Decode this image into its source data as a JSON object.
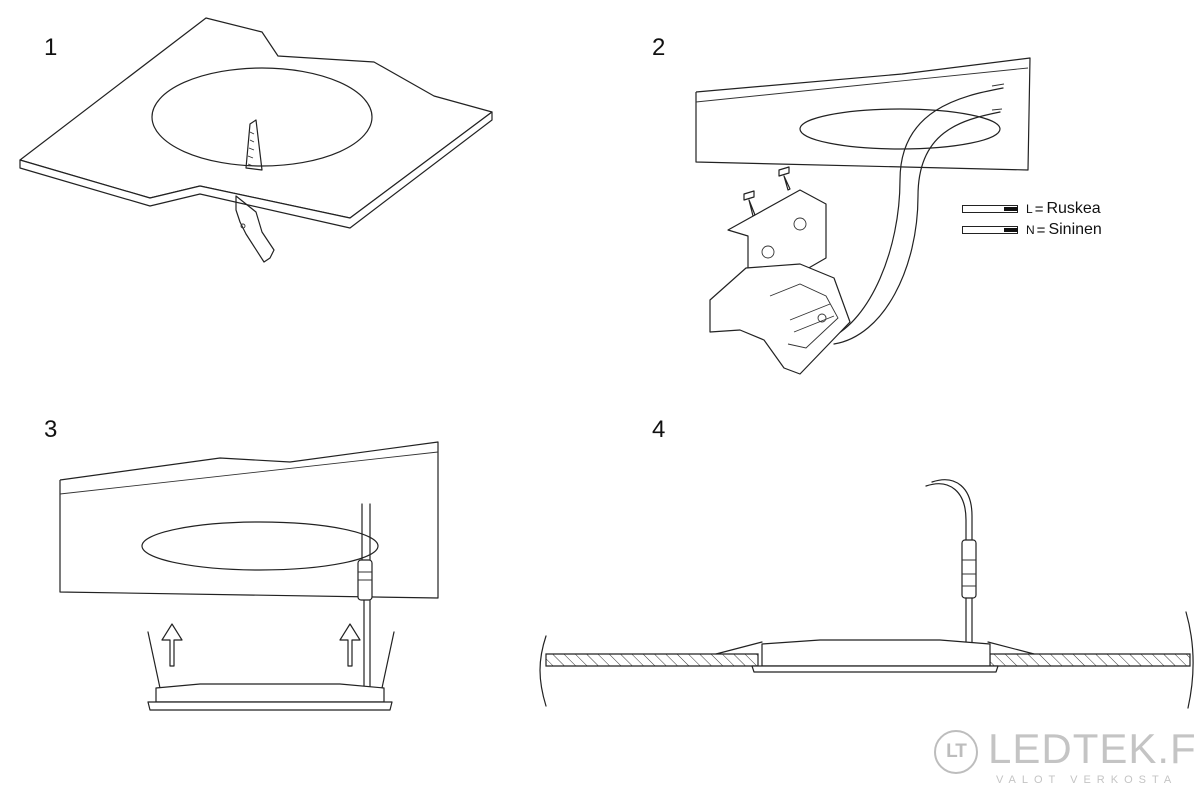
{
  "steps": [
    {
      "number": "1"
    },
    {
      "number": "2"
    },
    {
      "number": "3"
    },
    {
      "number": "4"
    }
  ],
  "wiring_legend": [
    {
      "key": "L",
      "equals": "=",
      "value": "Ruskea"
    },
    {
      "key": "N",
      "equals": "=",
      "value": "Sininen"
    }
  ],
  "logo": {
    "brand": "LEDTEK.FI",
    "tagline": "VALOT VERKOSTA",
    "mark_icon": "lt-monogram-icon"
  },
  "colors": {
    "line": "#222222",
    "logo_gray": "#c4c4c4",
    "background": "#ffffff"
  }
}
